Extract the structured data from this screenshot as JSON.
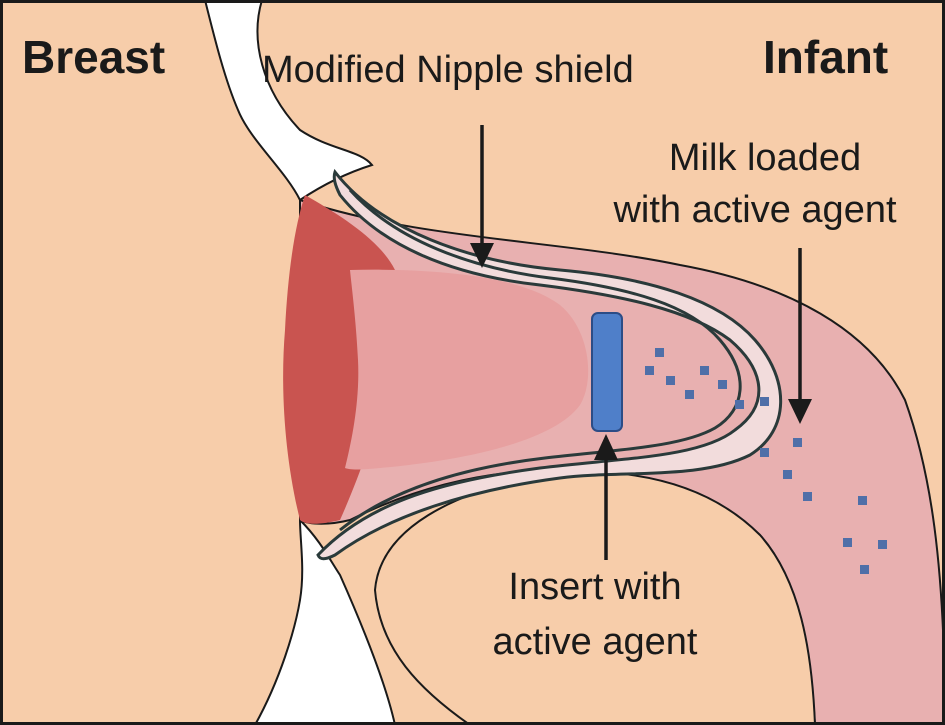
{
  "labels": {
    "breast": "Breast",
    "infant": "Infant",
    "shield": "Modified Nipple shield",
    "milk_line1": "Milk loaded",
    "milk_line2": "with active agent",
    "insert_line1": "Insert with",
    "insert_line2": "active agent"
  },
  "colors": {
    "skin": "#F7CDAA",
    "mouth_cavity": "#E8B0B0",
    "shield_fill": "#F2DCDC",
    "shield_outline": "#2A3A3A",
    "nipple": "#E7A0A0",
    "areola": "#C95450",
    "insert": "#4F7FC9",
    "insert_outline": "#2C4C86",
    "milk_dots": "#4F6FA8",
    "outline": "#1a1a1a",
    "gap": "#ffffff"
  },
  "icons": {
    "arrows": "down-arrow",
    "insert_arrow": "up-arrow"
  }
}
